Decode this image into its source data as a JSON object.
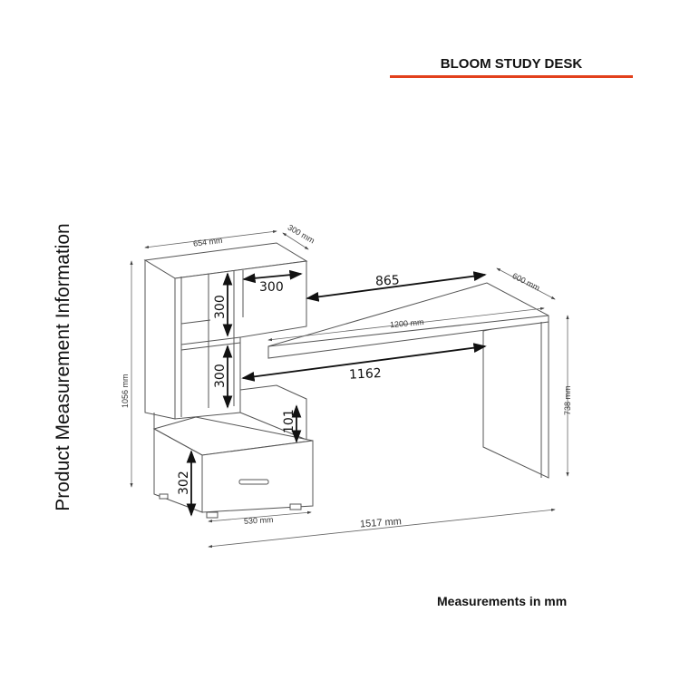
{
  "title": "BLOOM STUDY DESK",
  "side_title": "Product Measurement Information",
  "footer": "Measurements in mm",
  "accent_color": "#e2401c",
  "dimensions": {
    "unit_width": "654 mm",
    "unit_depth": "300 mm",
    "total_height": "1056 mm",
    "shelf_width": "300",
    "shelf_height_top": "300",
    "shelf_height_mid": "300",
    "gap_top": "865",
    "desk_width": "1200 mm",
    "desk_depth": "600 mm",
    "gap_under": "1162",
    "desk_height": "738 mm",
    "drawer_gap": "101",
    "drawer_height": "302",
    "drawer_width": "530 mm",
    "total_width": "1517 mm"
  }
}
